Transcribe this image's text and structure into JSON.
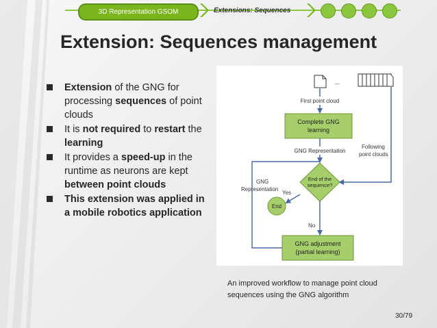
{
  "nav": {
    "active_label": "3D Representation GSOM",
    "section_label": "Extensions: Sequences"
  },
  "title": "Extension: Sequences management",
  "bullets": [
    [
      {
        "t": "Extension",
        "b": true
      },
      {
        "t": " of the GNG for processing ",
        "b": false
      },
      {
        "t": "sequences",
        "b": true
      },
      {
        "t": " of point clouds",
        "b": false
      }
    ],
    [
      {
        "t": "It is ",
        "b": false
      },
      {
        "t": "not required",
        "b": true
      },
      {
        "t": " to ",
        "b": false
      },
      {
        "t": "restart",
        "b": true
      },
      {
        "t": " the ",
        "b": false
      },
      {
        "t": "learning",
        "b": true
      }
    ],
    [
      {
        "t": "It provides a ",
        "b": false
      },
      {
        "t": "speed-up",
        "b": true
      },
      {
        "t": " in the runtime as neurons are kept ",
        "b": false
      },
      {
        "t": "between point clouds",
        "b": true
      }
    ],
    [
      {
        "t": "This extension was applied in a mobile robotics application",
        "b": true
      }
    ]
  ],
  "diagram": {
    "first_point_cloud": "First point cloud",
    "dots": "....",
    "complete_line1": "Complete GNG",
    "complete_line2": "learning",
    "gng_representation": "GNG Representation",
    "following_line1": "Following",
    "following_line2": "point clouds",
    "decision_line1": "End of the",
    "decision_line2": "sequence?",
    "gng_left_line1": "GNG",
    "gng_left_line2": "Representation",
    "yes": "Yes",
    "end": "End",
    "no": "No",
    "adjust_line1": "GNG adjustment",
    "adjust_line2": "(partial learning)"
  },
  "caption": "An improved workflow to manage point cloud sequences using the GNG algorithm",
  "page_number": "30/79",
  "colors": {
    "accent_green": "#7ab51d",
    "node_green": "#a6cf6c",
    "flow_blue": "#4a6aa5"
  }
}
